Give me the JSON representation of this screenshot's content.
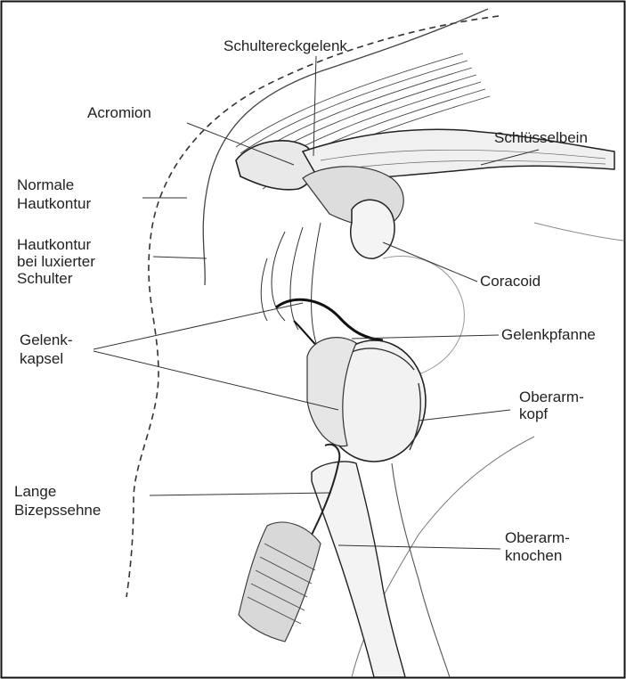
{
  "labels": {
    "schultereckgelenk": "Schultereckgelenk",
    "acromion": "Acromion",
    "schluesselbein": "Schlüsselbein",
    "normale_hautkontur_1": "Normale",
    "normale_hautkontur_2": "Hautkontur",
    "hautkontur_luxiert_1": "Hautkontur",
    "hautkontur_luxiert_2": "bei luxierter",
    "hautkontur_luxiert_3": "Schulter",
    "coracoid": "Coracoid",
    "gelenkpfanne": "Gelenkpfanne",
    "gelenkkapsel_1": "Gelenk-",
    "gelenkkapsel_2": "kapsel",
    "oberarmkopf_1": "Oberarm-",
    "oberarmkopf_2": "kopf",
    "bizepssehne_1": "Lange",
    "bizepssehne_2": "Bizepssehne",
    "oberarmknochen_1": "Oberarm-",
    "oberarmknochen_2": "knochen"
  },
  "colors": {
    "ink": "#222222",
    "shade": "#555555",
    "border": "#111111"
  }
}
